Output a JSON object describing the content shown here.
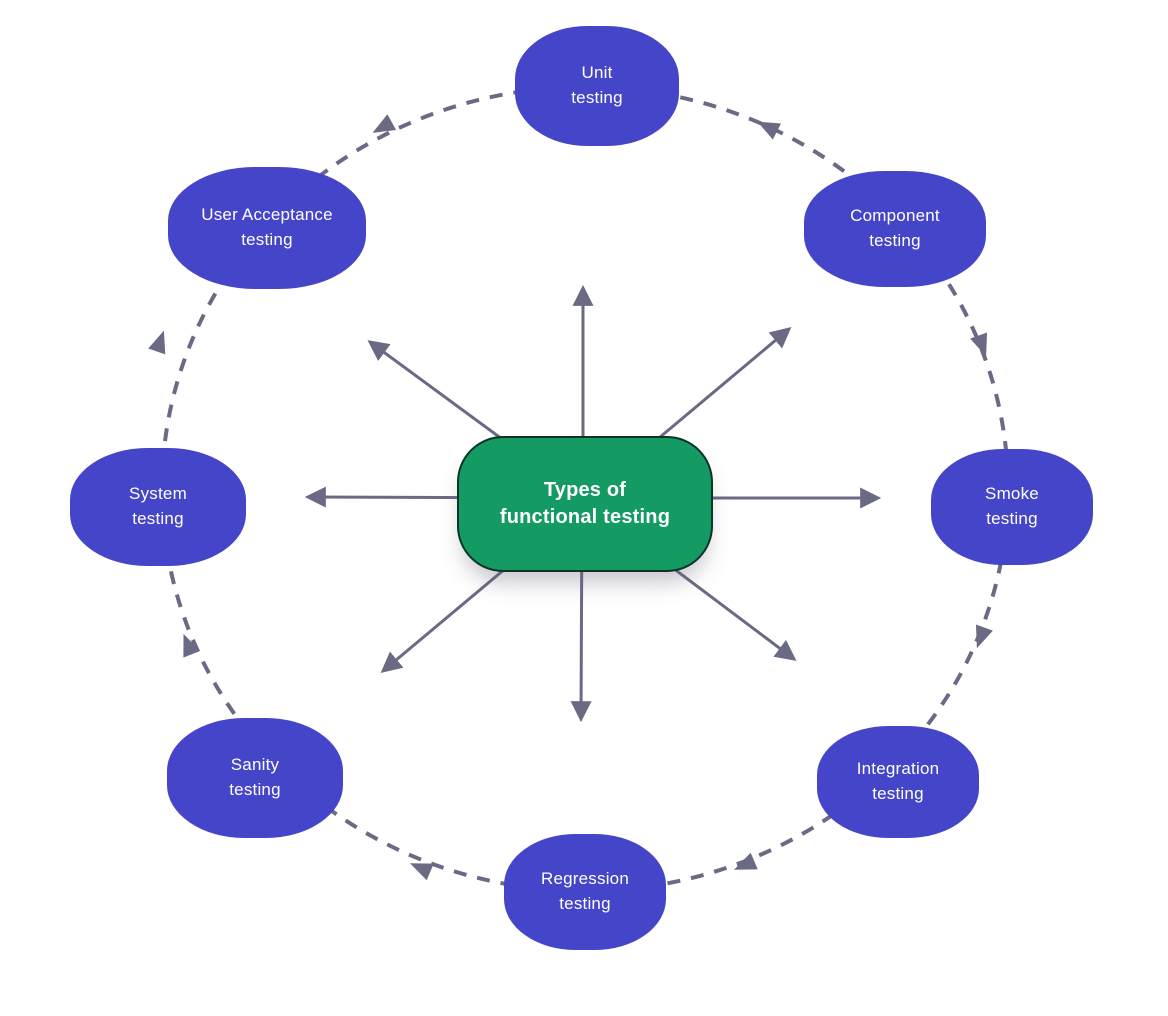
{
  "title": "Types of functional testing",
  "center": {
    "line1": "Types of",
    "line2": "functional testing"
  },
  "nodes": [
    {
      "id": "unit",
      "line1": "Unit",
      "line2": "testing"
    },
    {
      "id": "user-acceptance",
      "line1": "User Acceptance",
      "line2": "testing"
    },
    {
      "id": "component",
      "line1": "Component",
      "line2": "testing"
    },
    {
      "id": "smoke",
      "line1": "Smoke",
      "line2": "testing"
    },
    {
      "id": "integration",
      "line1": "Integration",
      "line2": "testing"
    },
    {
      "id": "regression",
      "line1": "Regression",
      "line2": "testing"
    },
    {
      "id": "sanity",
      "line1": "Sanity",
      "line2": "testing"
    },
    {
      "id": "system",
      "line1": "System",
      "line2": "testing"
    }
  ],
  "colors": {
    "node_fill": "#4545C9",
    "node_text": "#FFFFFF",
    "center_fill": "#149A63",
    "center_border": "#0E3224",
    "center_text": "#FFFFFF",
    "connector": "#6A6A84",
    "background": "#FFFFFF"
  }
}
